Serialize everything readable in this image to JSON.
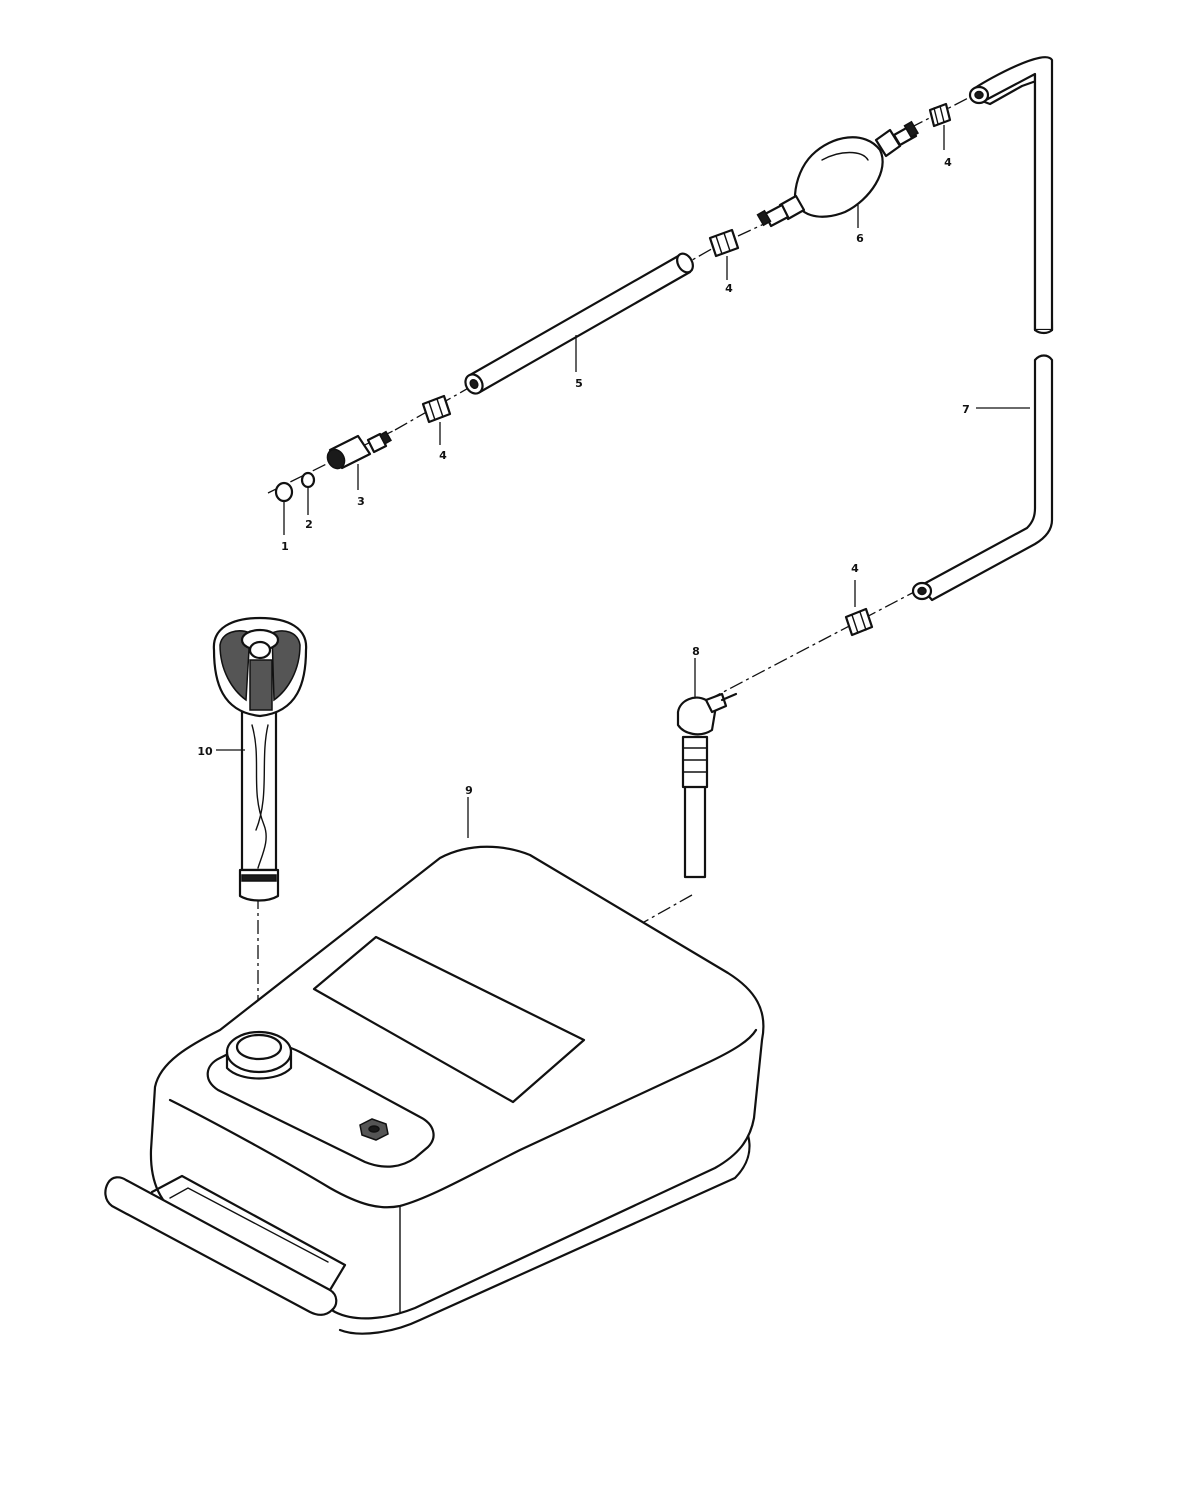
{
  "diagram": {
    "callouts": [
      {
        "id": "callout-1",
        "text": "1"
      },
      {
        "id": "callout-2",
        "text": "2"
      },
      {
        "id": "callout-3",
        "text": "3"
      },
      {
        "id": "callout-4a",
        "text": "4"
      },
      {
        "id": "callout-4b",
        "text": "4"
      },
      {
        "id": "callout-4c",
        "text": "4"
      },
      {
        "id": "callout-4d",
        "text": "4"
      },
      {
        "id": "callout-5",
        "text": "5"
      },
      {
        "id": "callout-6",
        "text": "6"
      },
      {
        "id": "callout-7",
        "text": "7"
      },
      {
        "id": "callout-8",
        "text": "8"
      },
      {
        "id": "callout-9",
        "text": "9"
      },
      {
        "id": "callout-10",
        "text": "10"
      }
    ]
  }
}
